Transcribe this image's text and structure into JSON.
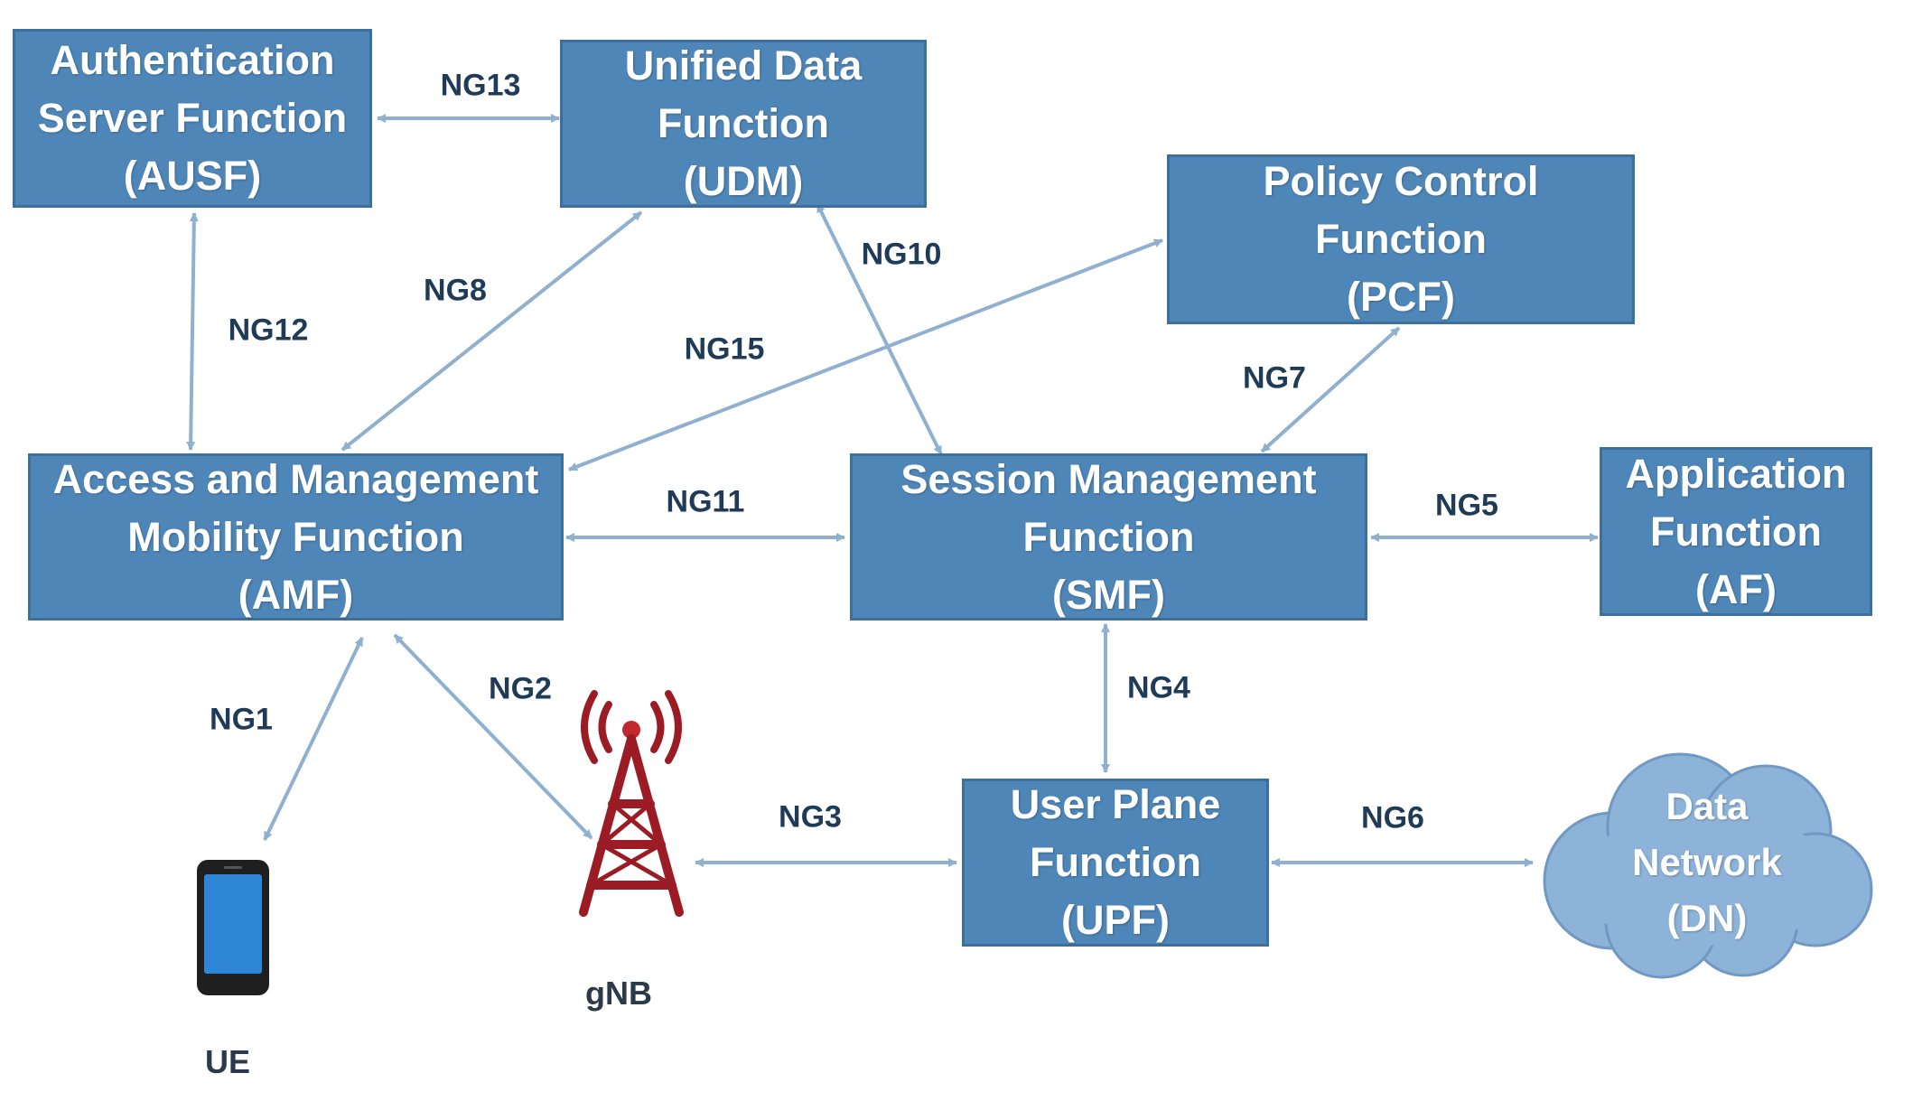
{
  "colors": {
    "box_fill": "#4f86b8",
    "box_border": "#3d6f9c",
    "arrow": "#8fb0cf",
    "label": "#1f3b57",
    "tower": "#9b1c24",
    "cloud": "#8db3d8"
  },
  "functions": {
    "ausf": {
      "lines": [
        "Authentication",
        "Server Function",
        "(AUSF)"
      ]
    },
    "udm": {
      "lines": [
        "Unified Data",
        "Function",
        "(UDM)"
      ]
    },
    "pcf": {
      "lines": [
        "Policy Control",
        "Function",
        "(PCF)"
      ]
    },
    "amf": {
      "lines": [
        "Access and Management",
        "Mobility Function",
        "(AMF)"
      ]
    },
    "smf": {
      "lines": [
        "Session Management",
        "Function",
        "(SMF)"
      ]
    },
    "af": {
      "lines": [
        "Application",
        "Function",
        "(AF)"
      ]
    },
    "upf": {
      "lines": [
        "User Plane",
        "Function",
        "(UPF)"
      ]
    },
    "dn": {
      "lines": [
        "Data",
        "Network",
        "(DN)"
      ]
    }
  },
  "interfaces": {
    "ng1": "NG1",
    "ng2": "NG2",
    "ng3": "NG3",
    "ng4": "NG4",
    "ng5": "NG5",
    "ng6": "NG6",
    "ng7": "NG7",
    "ng8": "NG8",
    "ng10": "NG10",
    "ng11": "NG11",
    "ng12": "NG12",
    "ng13": "NG13",
    "ng15": "NG15"
  },
  "devices": {
    "ue": {
      "label": "UE",
      "icon": "smartphone-icon"
    },
    "gnb": {
      "label": "gNB",
      "icon": "radio-tower-icon"
    }
  }
}
